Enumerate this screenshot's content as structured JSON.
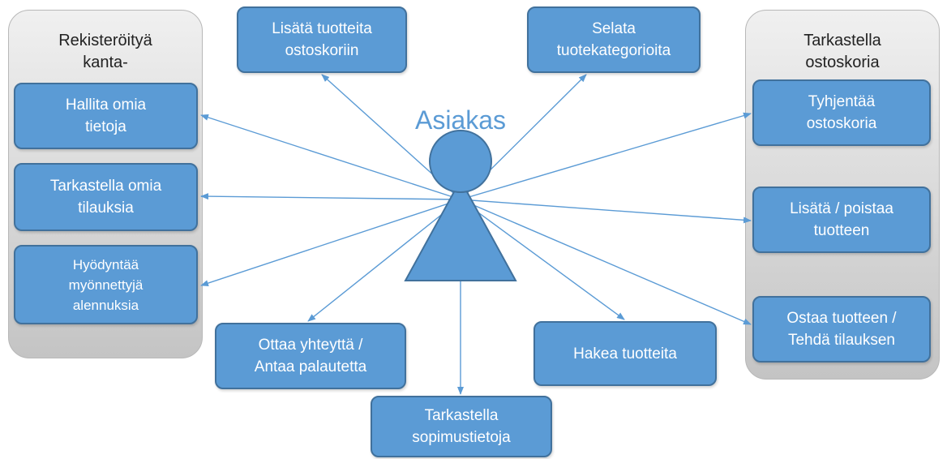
{
  "actor": {
    "label": "Asiakas"
  },
  "groups": {
    "registered": {
      "title": "Rekisteröityä\nkanta-"
    },
    "cart": {
      "title": "Tarkastella\nostoskoria"
    }
  },
  "use_cases": {
    "add_to_cart": "Lisätä tuotteita\nostoskoriin",
    "browse_categories": "Selata\ntuotekategorioita",
    "manage_info": "Hallita omia\ntietoja",
    "view_orders": "Tarkastella omia\ntilauksia",
    "use_discounts": "Hyödyntää\nmyönnettyjä\nalennuksia",
    "empty_cart": "Tyhjentää\nostoskoria",
    "add_remove_product": "Lisätä / poistaa\ntuotteen",
    "buy_product": "Ostaa tuotteen /\nTehdä tilauksen",
    "contact": "Ottaa yhteyttä /\nAntaa palautetta",
    "search_products": "Hakea tuotteita",
    "view_contract": "Tarkastella\nsopimustietoja"
  },
  "colors": {
    "box_fill": "#5b9bd5",
    "box_border": "#41719c",
    "actor_fill": "#5b9bd5",
    "arrow": "#5b9bd5",
    "group_top": "#f0f0f0",
    "group_bottom": "#c4c4c4"
  }
}
